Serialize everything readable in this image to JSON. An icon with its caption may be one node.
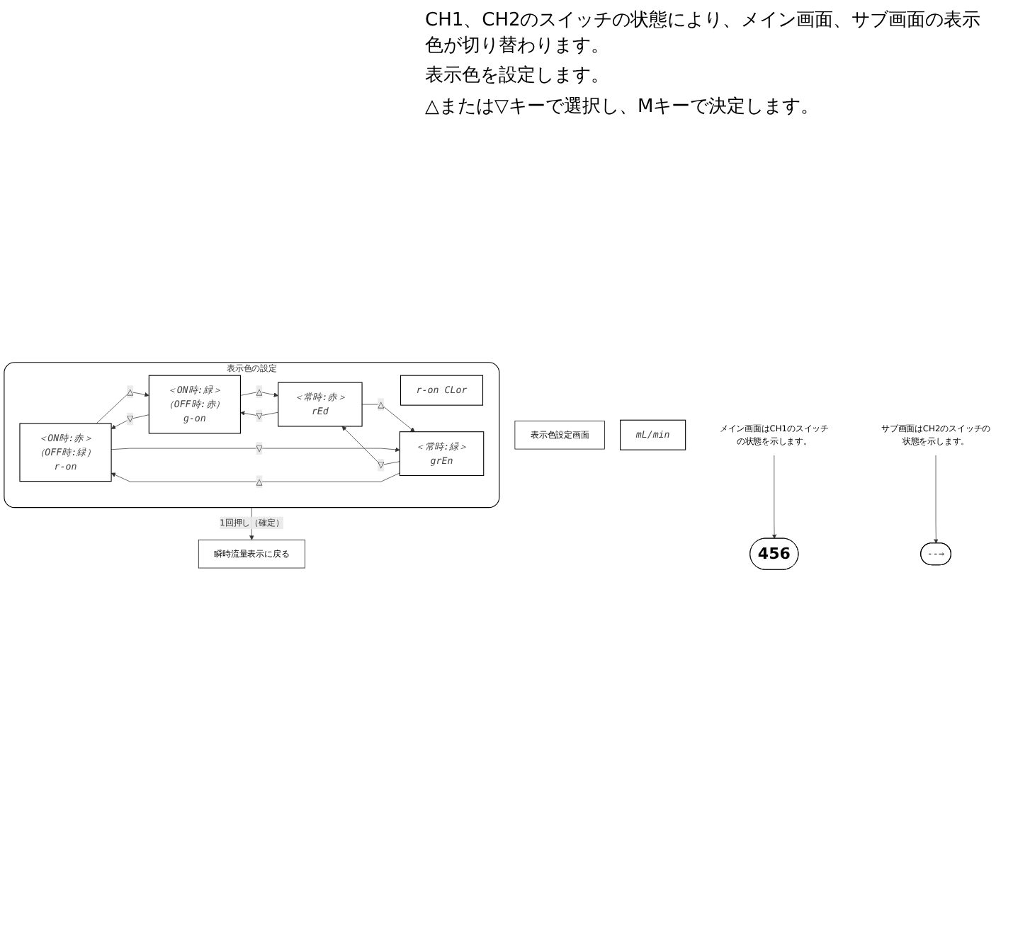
{
  "diagram": {
    "nodes": [
      {
        "text": [
          "表示色設定画面"
        ]
      },
      {
        "text": [
          "表示色の設定"
        ]
      },
      {
        "text": [
          "r-on CLor"
        ],
        "in": 1
      },
      {
        "text": [
          "＜ON時:赤＞",
          "（OFF時:緑）",
          "r-on"
        ],
        "in": 1
      },
      {
        "text": [
          "＜ON時:緑＞",
          "（OFF時:赤）",
          "g-on"
        ],
        "in": 1
      },
      {
        "text": [
          "＜常時:赤＞",
          "rEd"
        ],
        "in": 1
      },
      {
        "text": [
          "＜常時:緑＞",
          "grEn"
        ],
        "in": 1
      },
      {
        "text": [
          "瞬時流量表示に戻る"
        ]
      },
      {
        "text": [
          "mL/min"
        ]
      },
      {
        "text": [
          "456"
        ]
      },
      {
        "text": [
          "--→"
        ]
      },
      {
        "text": [
          "メイン画面はCH1のスイッチの状態を示します。"
        ]
      },
      {
        "text": [
          "サブ画面はCH2のスイッチの状態を示します。"
        ]
      }
    ],
    "edges": [
      {
        "from": 3,
        "to": 4,
        "arrow": "to",
        "label": "△"
      },
      {
        "from": 4,
        "to": 3,
        "arrow": "to",
        "label": "▽"
      },
      {
        "from": 4,
        "to": 5,
        "arrow": "to",
        "label": "△"
      },
      {
        "from": 5,
        "to": 4,
        "arrow": "to",
        "label": "▽"
      },
      {
        "from": 5,
        "to": 6,
        "arrow": "to",
        "label": "△"
      },
      {
        "from": 6,
        "to": 5,
        "arrow": "to",
        "label": "▽"
      },
      {
        "from": 3,
        "to": 6,
        "arrow": "to",
        "label": "▽"
      },
      {
        "from": 6,
        "to": 3,
        "arrow": "to",
        "label": "△"
      },
      {
        "from": 1,
        "to": 7,
        "arrow": "to",
        "label": "1回押し（確定）"
      },
      {
        "from": 11,
        "to": 9,
        "arrow": "to"
      },
      {
        "from": 12,
        "to": 10,
        "arrow": "to"
      }
    ],
    "labels": [
      "CH1、CH2のスイッチの状態により、メイン画面、サブ画面の表示色が切り替わります。",
      "表示色を設定します。",
      "△または▽キーで選択し、Mキーで決定します。"
    ]
  }
}
